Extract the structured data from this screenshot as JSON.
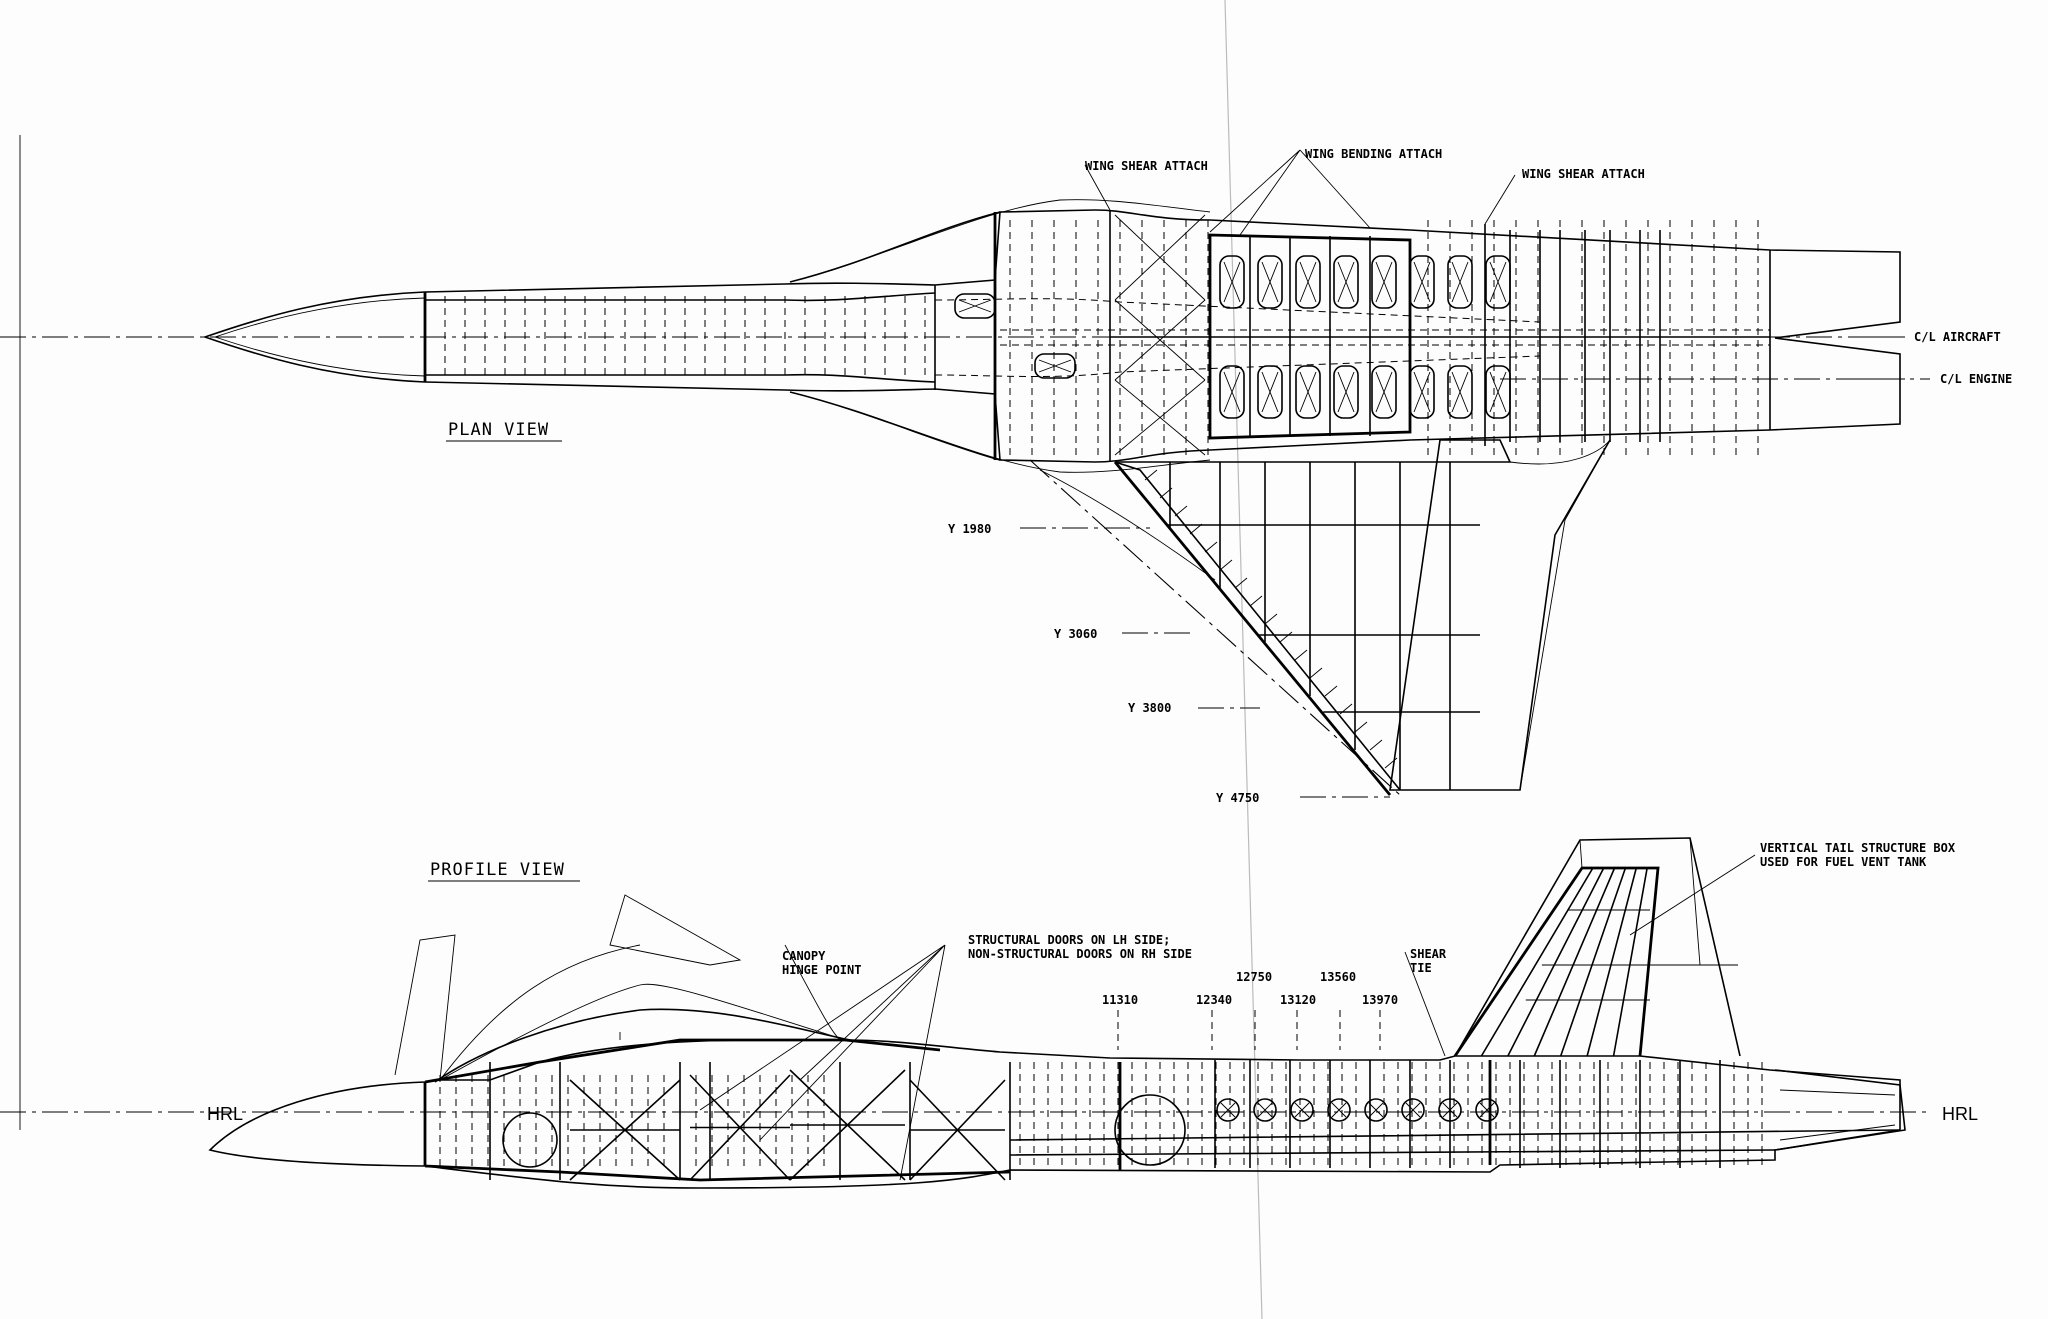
{
  "plan_view": {
    "title": "PLAN VIEW",
    "callouts": {
      "wing_shear_attach_fwd": "WING SHEAR ATTACH",
      "wing_bending_attach": "WING BENDING ATTACH",
      "wing_shear_attach_aft": "WING SHEAR ATTACH",
      "cl_aircraft": "C/L AIRCRAFT",
      "cl_engine": "C/L ENGINE"
    },
    "stations": [
      "Y 1980",
      "Y 3060",
      "Y 3800",
      "Y 4750"
    ]
  },
  "profile_view": {
    "title": "PROFILE VIEW",
    "callouts": {
      "canopy_hinge_line1": "CANOPY",
      "canopy_hinge_line2": "HINGE POINT",
      "doors_line1": "STRUCTURAL DOORS ON LH SIDE;",
      "doors_line2": "NON-STRUCTURAL DOORS ON RH SIDE",
      "shear_tie_line1": "SHEAR",
      "shear_tie_line2": "TIE",
      "vtail_line1": "VERTICAL TAIL STRUCTURE BOX",
      "vtail_line2": "USED FOR FUEL VENT TANK",
      "hrl_left": "HRL",
      "hrl_right": "HRL"
    },
    "stations": [
      "11310",
      "12340",
      "12750",
      "13120",
      "13560",
      "13970"
    ]
  }
}
